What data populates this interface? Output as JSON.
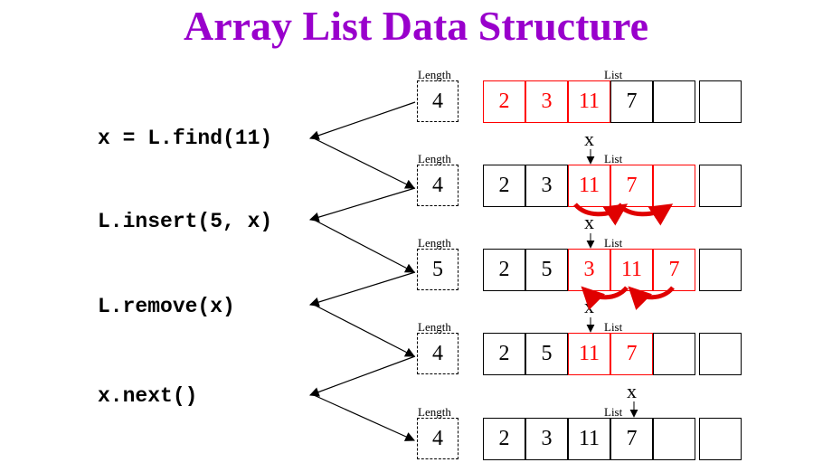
{
  "title": "Array List Data Structure",
  "operations": [
    "x = L.find(11)",
    "L.insert(5, x)",
    "L.remove(x)",
    "x.next()"
  ],
  "length_label": "Length",
  "list_label": "List",
  "pointer_label": "x",
  "colors": {
    "title": "#9900cc",
    "highlight": "#ff0000",
    "text": "#000000"
  },
  "states": [
    {
      "length": "4",
      "cells": [
        "2",
        "3",
        "11",
        "7",
        "",
        ""
      ]
    },
    {
      "length": "4",
      "cells": [
        "2",
        "3",
        "11",
        "7",
        "",
        ""
      ]
    },
    {
      "length": "5",
      "cells": [
        "2",
        "5",
        "3",
        "11",
        "7",
        ""
      ]
    },
    {
      "length": "4",
      "cells": [
        "2",
        "5",
        "11",
        "7",
        "",
        ""
      ]
    },
    {
      "length": "4",
      "cells": [
        "2",
        "3",
        "11",
        "7",
        "",
        ""
      ]
    }
  ]
}
